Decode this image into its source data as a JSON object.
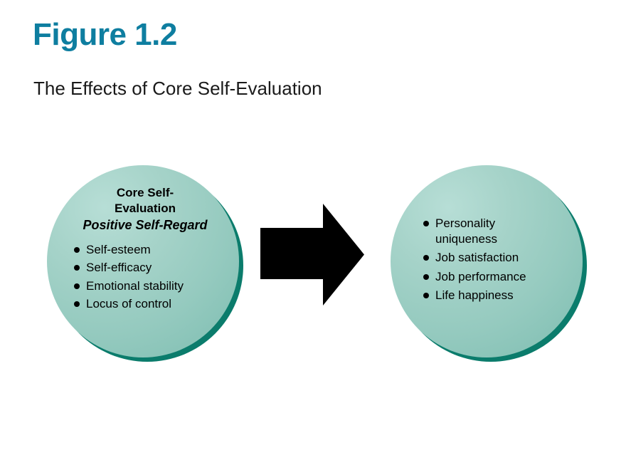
{
  "figure": {
    "title": "Figure 1.2",
    "subtitle": "The Effects of Core Self-Evaluation",
    "title_color": "#0E7EA0",
    "subtitle_color": "#1a1a1a"
  },
  "colors": {
    "circle_fill_light": "#b7ded6",
    "circle_fill_mid": "#95cabf",
    "circle_fill_dark": "#72b7ab",
    "circle_rim": "#0B7C6C",
    "arrow": "#000000",
    "background": "#ffffff"
  },
  "left_circle": {
    "heading_line_1": "Core Self-",
    "heading_line_2": "Evaluation",
    "subheading": "Positive Self-Regard",
    "bullets": [
      "Self-esteem",
      "Self-efficacy",
      "Emotional stability",
      "Locus of control"
    ]
  },
  "arrow": {
    "icon": "arrow-right-icon",
    "direction": "right"
  },
  "right_circle": {
    "bullets": [
      "Personality uniqueness",
      "Job satisfaction",
      "Job performance",
      "Life happiness"
    ]
  }
}
